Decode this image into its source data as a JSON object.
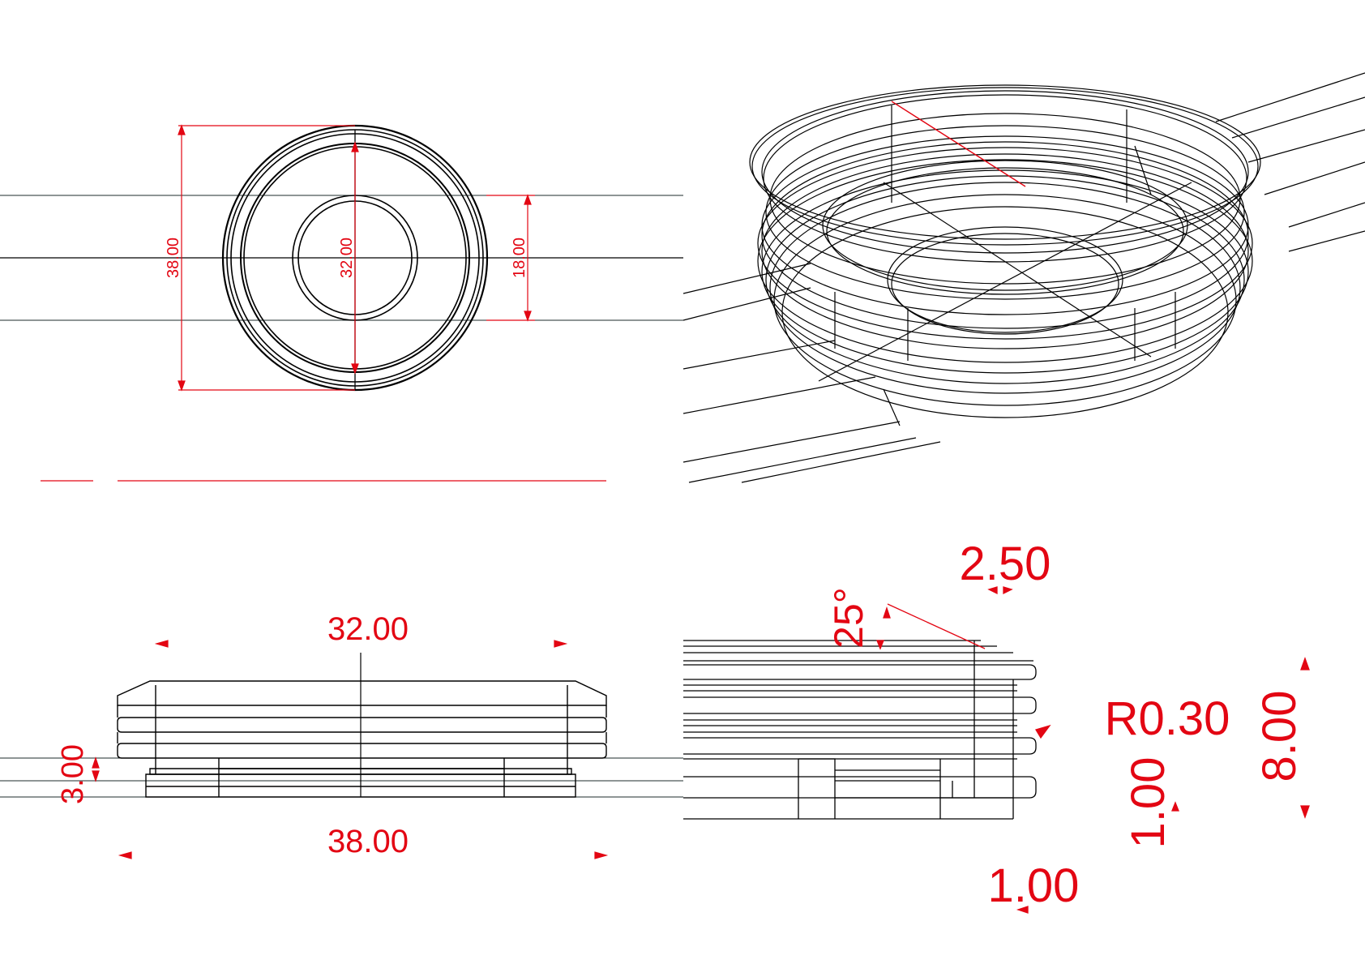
{
  "colors": {
    "line": "#000000",
    "dimension": "#e30613",
    "axis": "#1c2b2b",
    "background": "#ffffff"
  },
  "top_view": {
    "outer_diameter": "38.00",
    "inner_diameter": "32.00",
    "hole_diameter": "18.00"
  },
  "side_view": {
    "top_width": "32.00",
    "bottom_width": "38.00",
    "stem_height": "3.00"
  },
  "detail_view": {
    "angle": "25°",
    "chamfer": "2.50",
    "radius": "R0.30",
    "height": "8.00",
    "rib_pitch": "1.00",
    "step_width": "1.00"
  }
}
